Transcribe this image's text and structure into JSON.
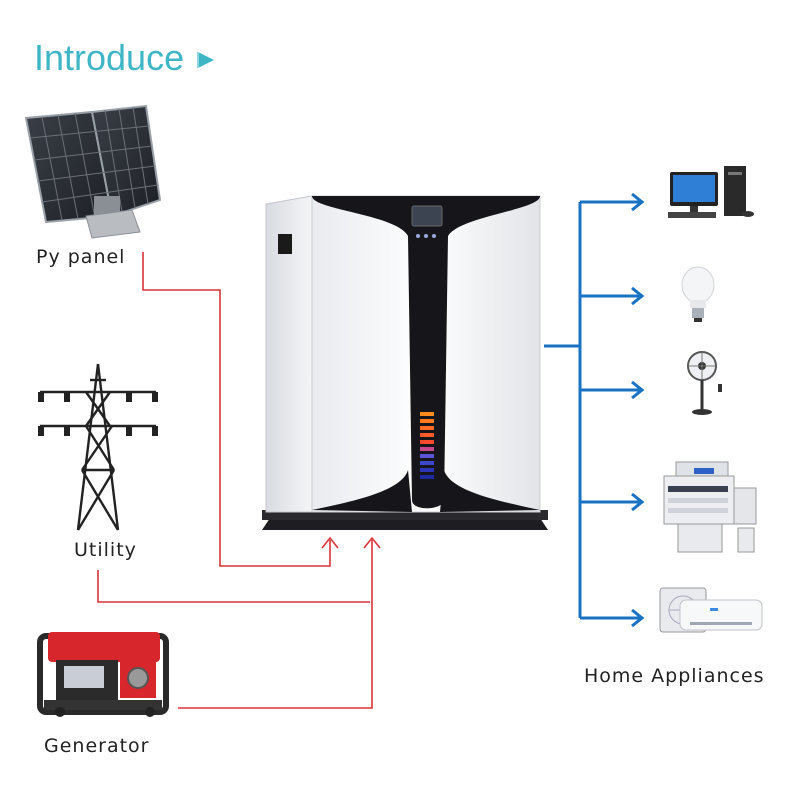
{
  "header": {
    "title": "Introduce",
    "title_icon": "play-triangle-icon"
  },
  "sources": [
    {
      "label": "Py panel",
      "icon": "solar-panel-icon"
    },
    {
      "label": "Utility",
      "icon": "power-tower-icon"
    },
    {
      "label": "Generator",
      "icon": "generator-icon"
    }
  ],
  "hub": {
    "icon": "battery-storage-unit-icon"
  },
  "outputs": {
    "label": "Home Appliances",
    "items": [
      {
        "icon": "computer-icon"
      },
      {
        "icon": "light-bulb-icon"
      },
      {
        "icon": "fan-icon"
      },
      {
        "icon": "copier-icon"
      },
      {
        "icon": "air-conditioner-icon"
      }
    ]
  },
  "colors": {
    "title": "#3fb6c6",
    "input_line": "#d9333a",
    "output_line": "#1a72c4",
    "text": "#222222"
  }
}
